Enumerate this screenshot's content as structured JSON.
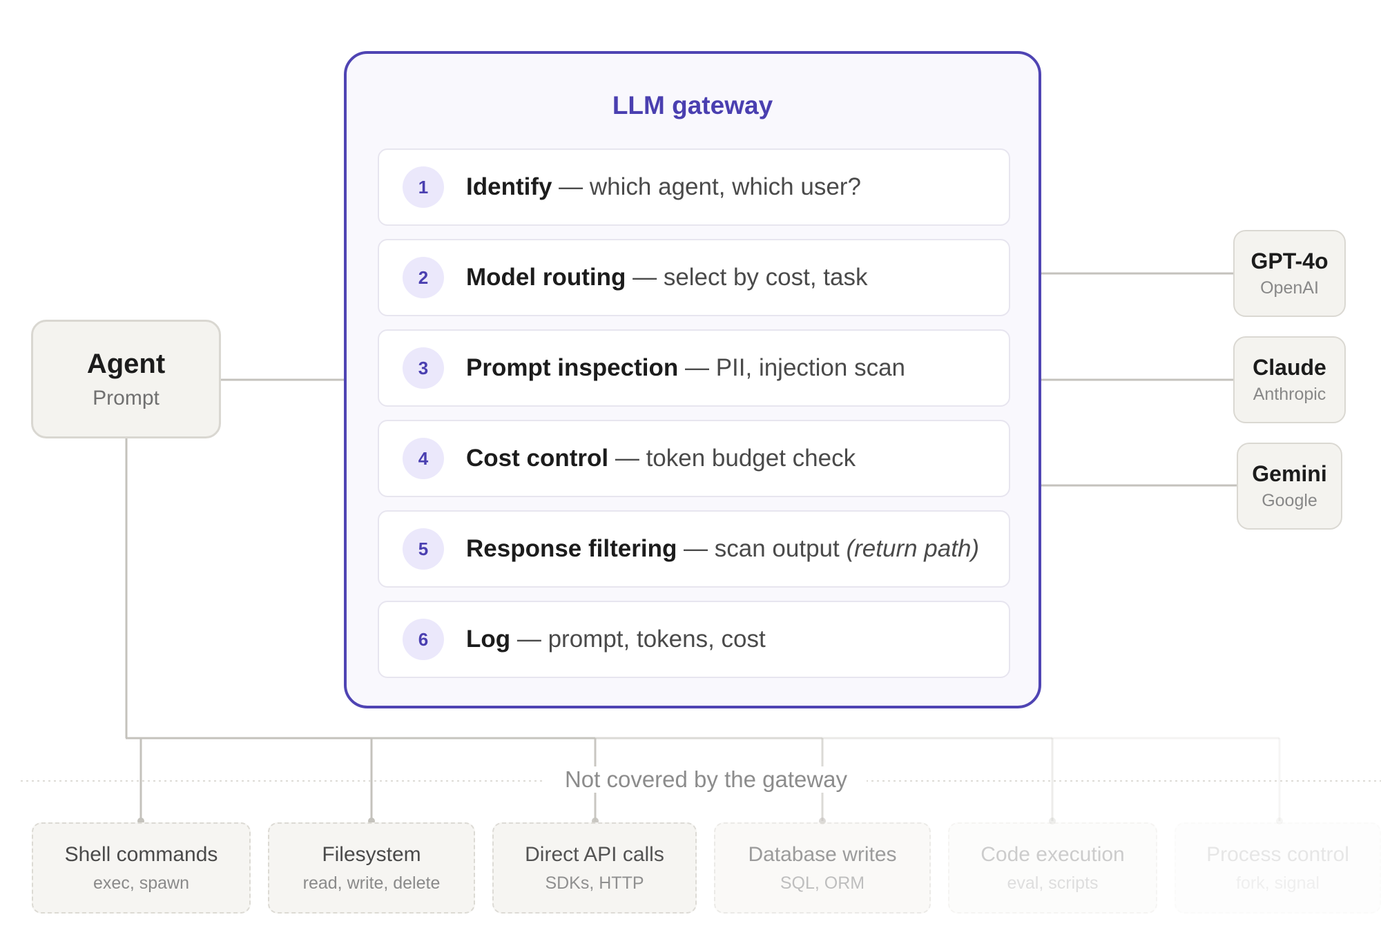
{
  "agent": {
    "title": "Agent",
    "subtitle": "Prompt"
  },
  "gateway": {
    "title": "LLM gateway",
    "steps": [
      {
        "num": "1",
        "label": "Identify",
        "sep": " — ",
        "desc": "which agent, which user?",
        "note": ""
      },
      {
        "num": "2",
        "label": "Model routing",
        "sep": " — ",
        "desc": "select by cost, task",
        "note": ""
      },
      {
        "num": "3",
        "label": "Prompt inspection",
        "sep": " — ",
        "desc": "PII, injection scan",
        "note": ""
      },
      {
        "num": "4",
        "label": "Cost control",
        "sep": " — ",
        "desc": "token budget check",
        "note": ""
      },
      {
        "num": "5",
        "label": "Response filtering",
        "sep": " — ",
        "desc": "scan output",
        "note": "(return path)"
      },
      {
        "num": "6",
        "label": "Log",
        "sep": " — ",
        "desc": "prompt, tokens, cost",
        "note": ""
      }
    ]
  },
  "models": [
    {
      "name": "GPT-4o",
      "provider": "OpenAI"
    },
    {
      "name": "Claude",
      "provider": "Anthropic"
    },
    {
      "name": "Gemini",
      "provider": "Google"
    }
  ],
  "uncovered": {
    "label": "Not covered by the gateway",
    "tools": [
      {
        "name": "Shell commands",
        "detail": "exec, spawn"
      },
      {
        "name": "Filesystem",
        "detail": "read, write, delete"
      },
      {
        "name": "Direct API calls",
        "detail": "SDKs, HTTP"
      },
      {
        "name": "Database writes",
        "detail": "SQL, ORM"
      },
      {
        "name": "Code execution",
        "detail": "eval, scripts"
      },
      {
        "name": "Process control",
        "detail": "fork, signal"
      }
    ]
  },
  "colors": {
    "gateway_accent": "#4f44b3",
    "step_badge_bg": "#ebe8fb",
    "node_bg": "#f4f3ef",
    "connector": "#c4c2bc"
  }
}
